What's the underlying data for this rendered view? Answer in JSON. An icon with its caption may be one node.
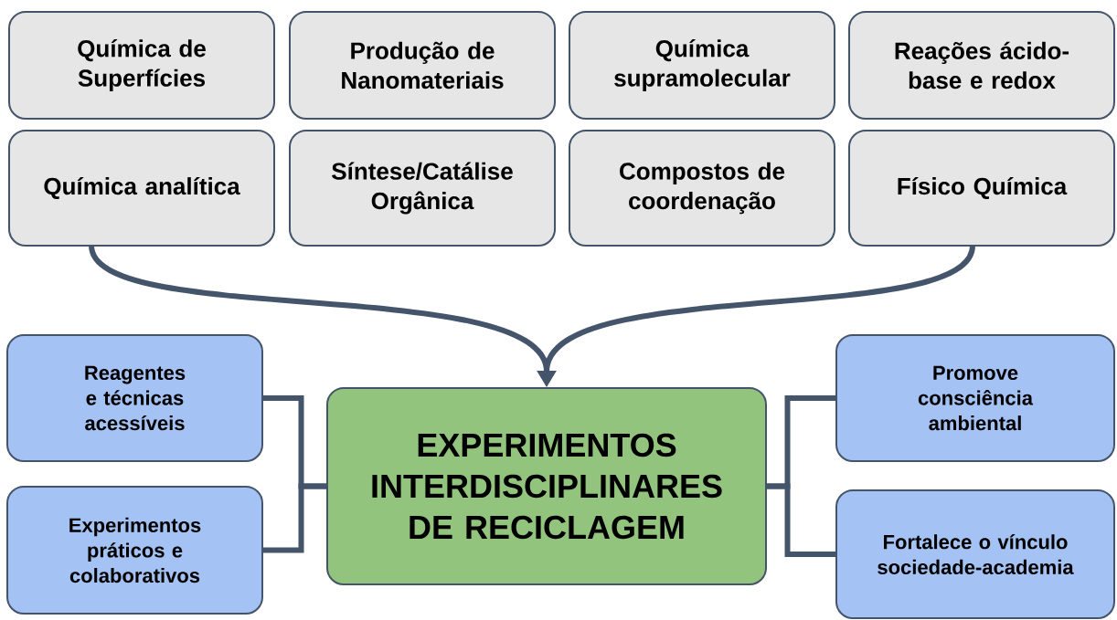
{
  "diagram": {
    "nodes": [
      {
        "text": [
          "Química de Superfícies"
        ]
      },
      {
        "text": [
          "Produção de Nanomateriais"
        ]
      },
      {
        "text": [
          "Química supramolecular"
        ]
      },
      {
        "text": [
          "Reações ácido-base e redox"
        ]
      },
      {
        "text": [
          "Química analítica"
        ]
      },
      {
        "text": [
          "Síntese/Catálise Orgânica"
        ]
      },
      {
        "text": [
          "Compostos de coordenação"
        ]
      },
      {
        "text": [
          "Físico Química"
        ]
      },
      {
        "text": [
          "Reagentes e técnicas acessíveis"
        ]
      },
      {
        "text": [
          "EXPERIMENTOS INTERDISCIPLINARES DE RECICLAGEM"
        ]
      },
      {
        "text": [
          "Promove consciência ambiental"
        ]
      },
      {
        "text": [
          "Experimentos práticos e colaborativos"
        ]
      },
      {
        "text": [
          "Fortalece o vínculo sociedade-academia"
        ]
      }
    ],
    "edges": [
      {
        "from": 4,
        "to": 9,
        "arrow": "to"
      },
      {
        "from": 7,
        "to": 9,
        "arrow": "to"
      },
      {
        "from": 8,
        "to": 9,
        "arrow": "none"
      },
      {
        "from": 11,
        "to": 9,
        "arrow": "none"
      },
      {
        "from": 10,
        "to": 9,
        "arrow": "none"
      },
      {
        "from": 12,
        "to": 9,
        "arrow": "none"
      }
    ]
  }
}
